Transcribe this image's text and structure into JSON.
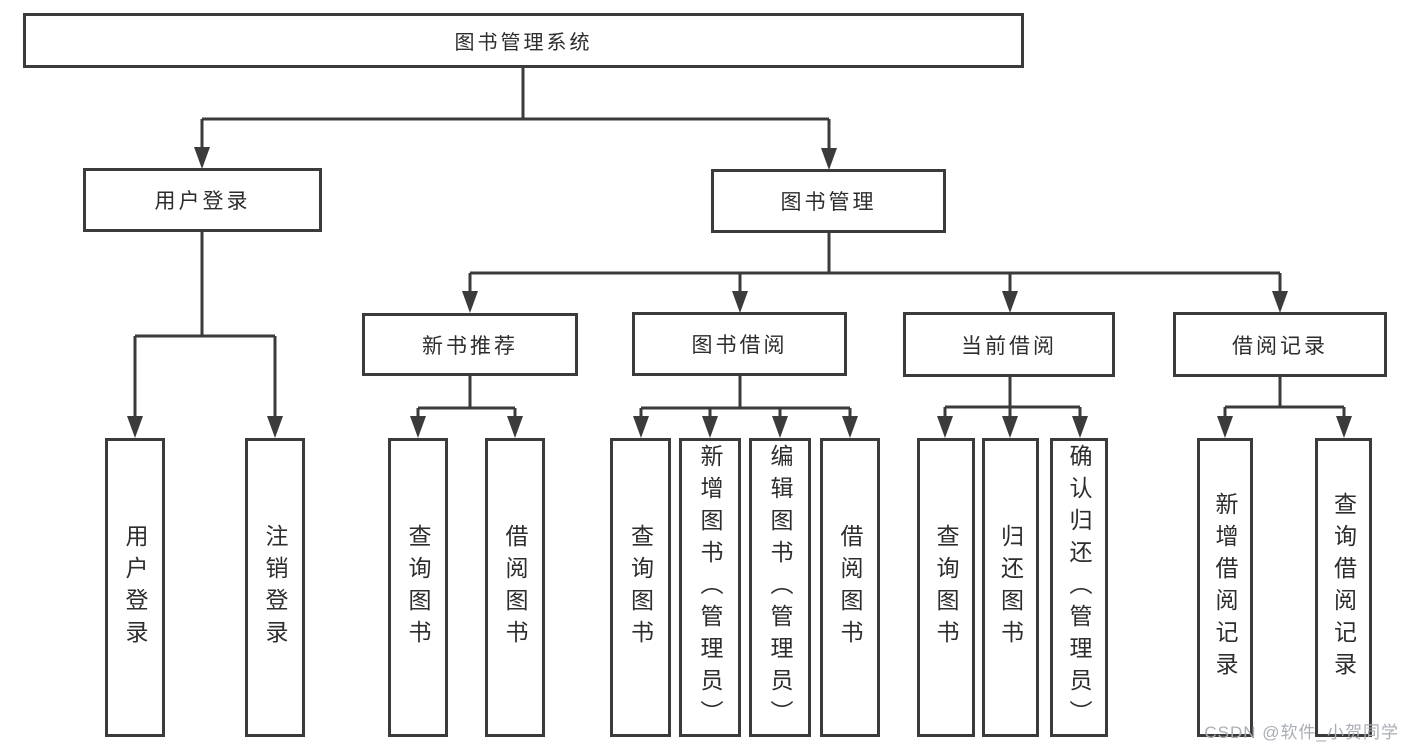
{
  "diagram_title": "图书管理系统",
  "nodes": {
    "root": {
      "label": "图书管理系统"
    },
    "user_login": {
      "label": "用户登录"
    },
    "book_management": {
      "label": "图书管理"
    },
    "new_book_rec": {
      "label": "新书推荐"
    },
    "book_borrow": {
      "label": "图书借阅"
    },
    "current_borrow": {
      "label": "当前借阅"
    },
    "borrow_records": {
      "label": "借阅记录"
    },
    "leaf_user_login": {
      "label": "用户登录"
    },
    "leaf_logout": {
      "label": "注销登录"
    },
    "leaf_query_books_rec": {
      "label": "查询图书"
    },
    "leaf_borrow_books_rec": {
      "label": "借阅图书"
    },
    "leaf_query_books_borrow": {
      "label": "查询图书"
    },
    "leaf_add_books": {
      "label": "新增图书（管理员）"
    },
    "leaf_edit_books": {
      "label": "编辑图书（管理员）"
    },
    "leaf_borrow_books_borrow": {
      "label": "借阅图书"
    },
    "leaf_query_books_current": {
      "label": "查询图书"
    },
    "leaf_return_books": {
      "label": "归还图书"
    },
    "leaf_confirm_return": {
      "label": "确认归还（管理员）"
    },
    "leaf_add_borrow_record": {
      "label": "新增借阅记录"
    },
    "leaf_query_borrow_record": {
      "label": "查询借阅记录"
    }
  },
  "hierarchy": {
    "图书管理系统": {
      "用户登录": [
        "用户登录",
        "注销登录"
      ],
      "图书管理": {
        "新书推荐": [
          "查询图书",
          "借阅图书"
        ],
        "图书借阅": [
          "查询图书",
          "新增图书（管理员）",
          "编辑图书（管理员）",
          "借阅图书"
        ],
        "当前借阅": [
          "查询图书",
          "归还图书",
          "确认归还（管理员）"
        ],
        "借阅记录": [
          "新增借阅记录",
          "查询借阅记录"
        ]
      }
    }
  },
  "watermark": "CSDN @软件_小贺同学",
  "colors": {
    "background": "#ffffff",
    "box_border": "#3b3b3b",
    "connector_line": "#3b3b3b",
    "text": "#2d2d2d",
    "watermark_text": "#a9aeb5"
  }
}
